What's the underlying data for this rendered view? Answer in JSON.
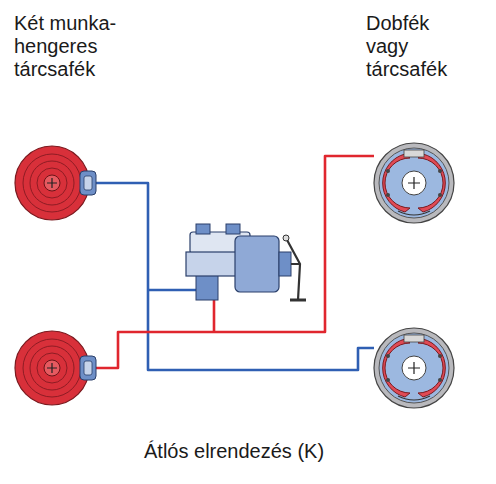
{
  "diagram": {
    "caption": "Átlós elrendezés (K)",
    "labels": [
      "Két munka- hengeres tárcsafék",
      "Dobfék vagy tárcsafék"
    ]
  }
}
